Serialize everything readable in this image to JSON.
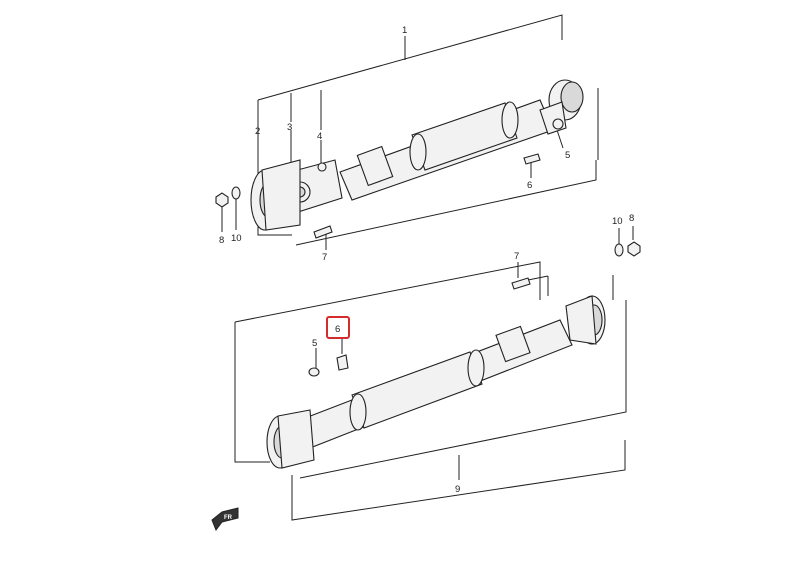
{
  "callouts": {
    "c1": "1",
    "c2": "2",
    "c3": "3",
    "c4": "4",
    "c5_top": "5",
    "c6_top": "6",
    "c7_top": "7",
    "c8_left": "8",
    "c10_left": "10",
    "c10_right": "10",
    "c8_right": "8",
    "c7_mid": "7",
    "c6_highlight": "6",
    "c5_low": "5",
    "c9": "9"
  },
  "highlight": {
    "target": "6",
    "color": "#d62b2b"
  },
  "front_arrow": {
    "label": "FR"
  }
}
